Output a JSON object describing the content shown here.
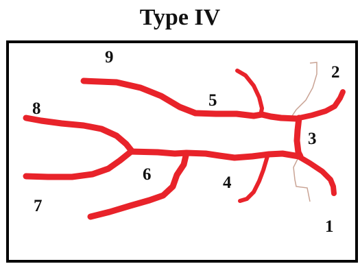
{
  "title": "Type IV",
  "labels": [
    "1",
    "2",
    "3",
    "4",
    "5",
    "6",
    "7",
    "8",
    "9"
  ],
  "colors": {
    "vessel": "#e8232a",
    "outline": "#c9a394",
    "frame": "#000000",
    "text": "#111111"
  }
}
